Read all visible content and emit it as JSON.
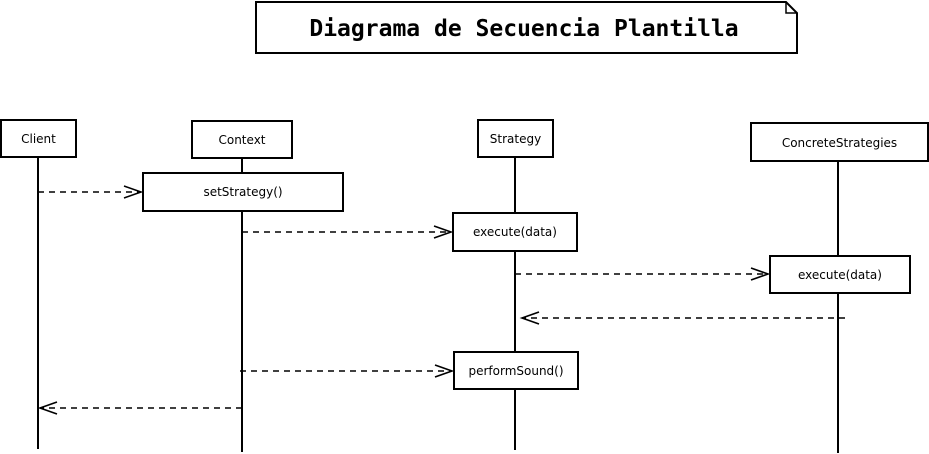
{
  "title": "Diagrama de Secuencia Plantilla",
  "participants": {
    "client": "Client",
    "context": "Context",
    "strategy": "Strategy",
    "concrete": "ConcreteStrategies"
  },
  "activations": {
    "set_strategy": "setStrategy()",
    "strategy_execute": "execute(data)",
    "concrete_execute": "execute(data)",
    "perform_sound": "performSound()"
  },
  "colors": {
    "line": "#000000",
    "background": "#ffffff"
  }
}
